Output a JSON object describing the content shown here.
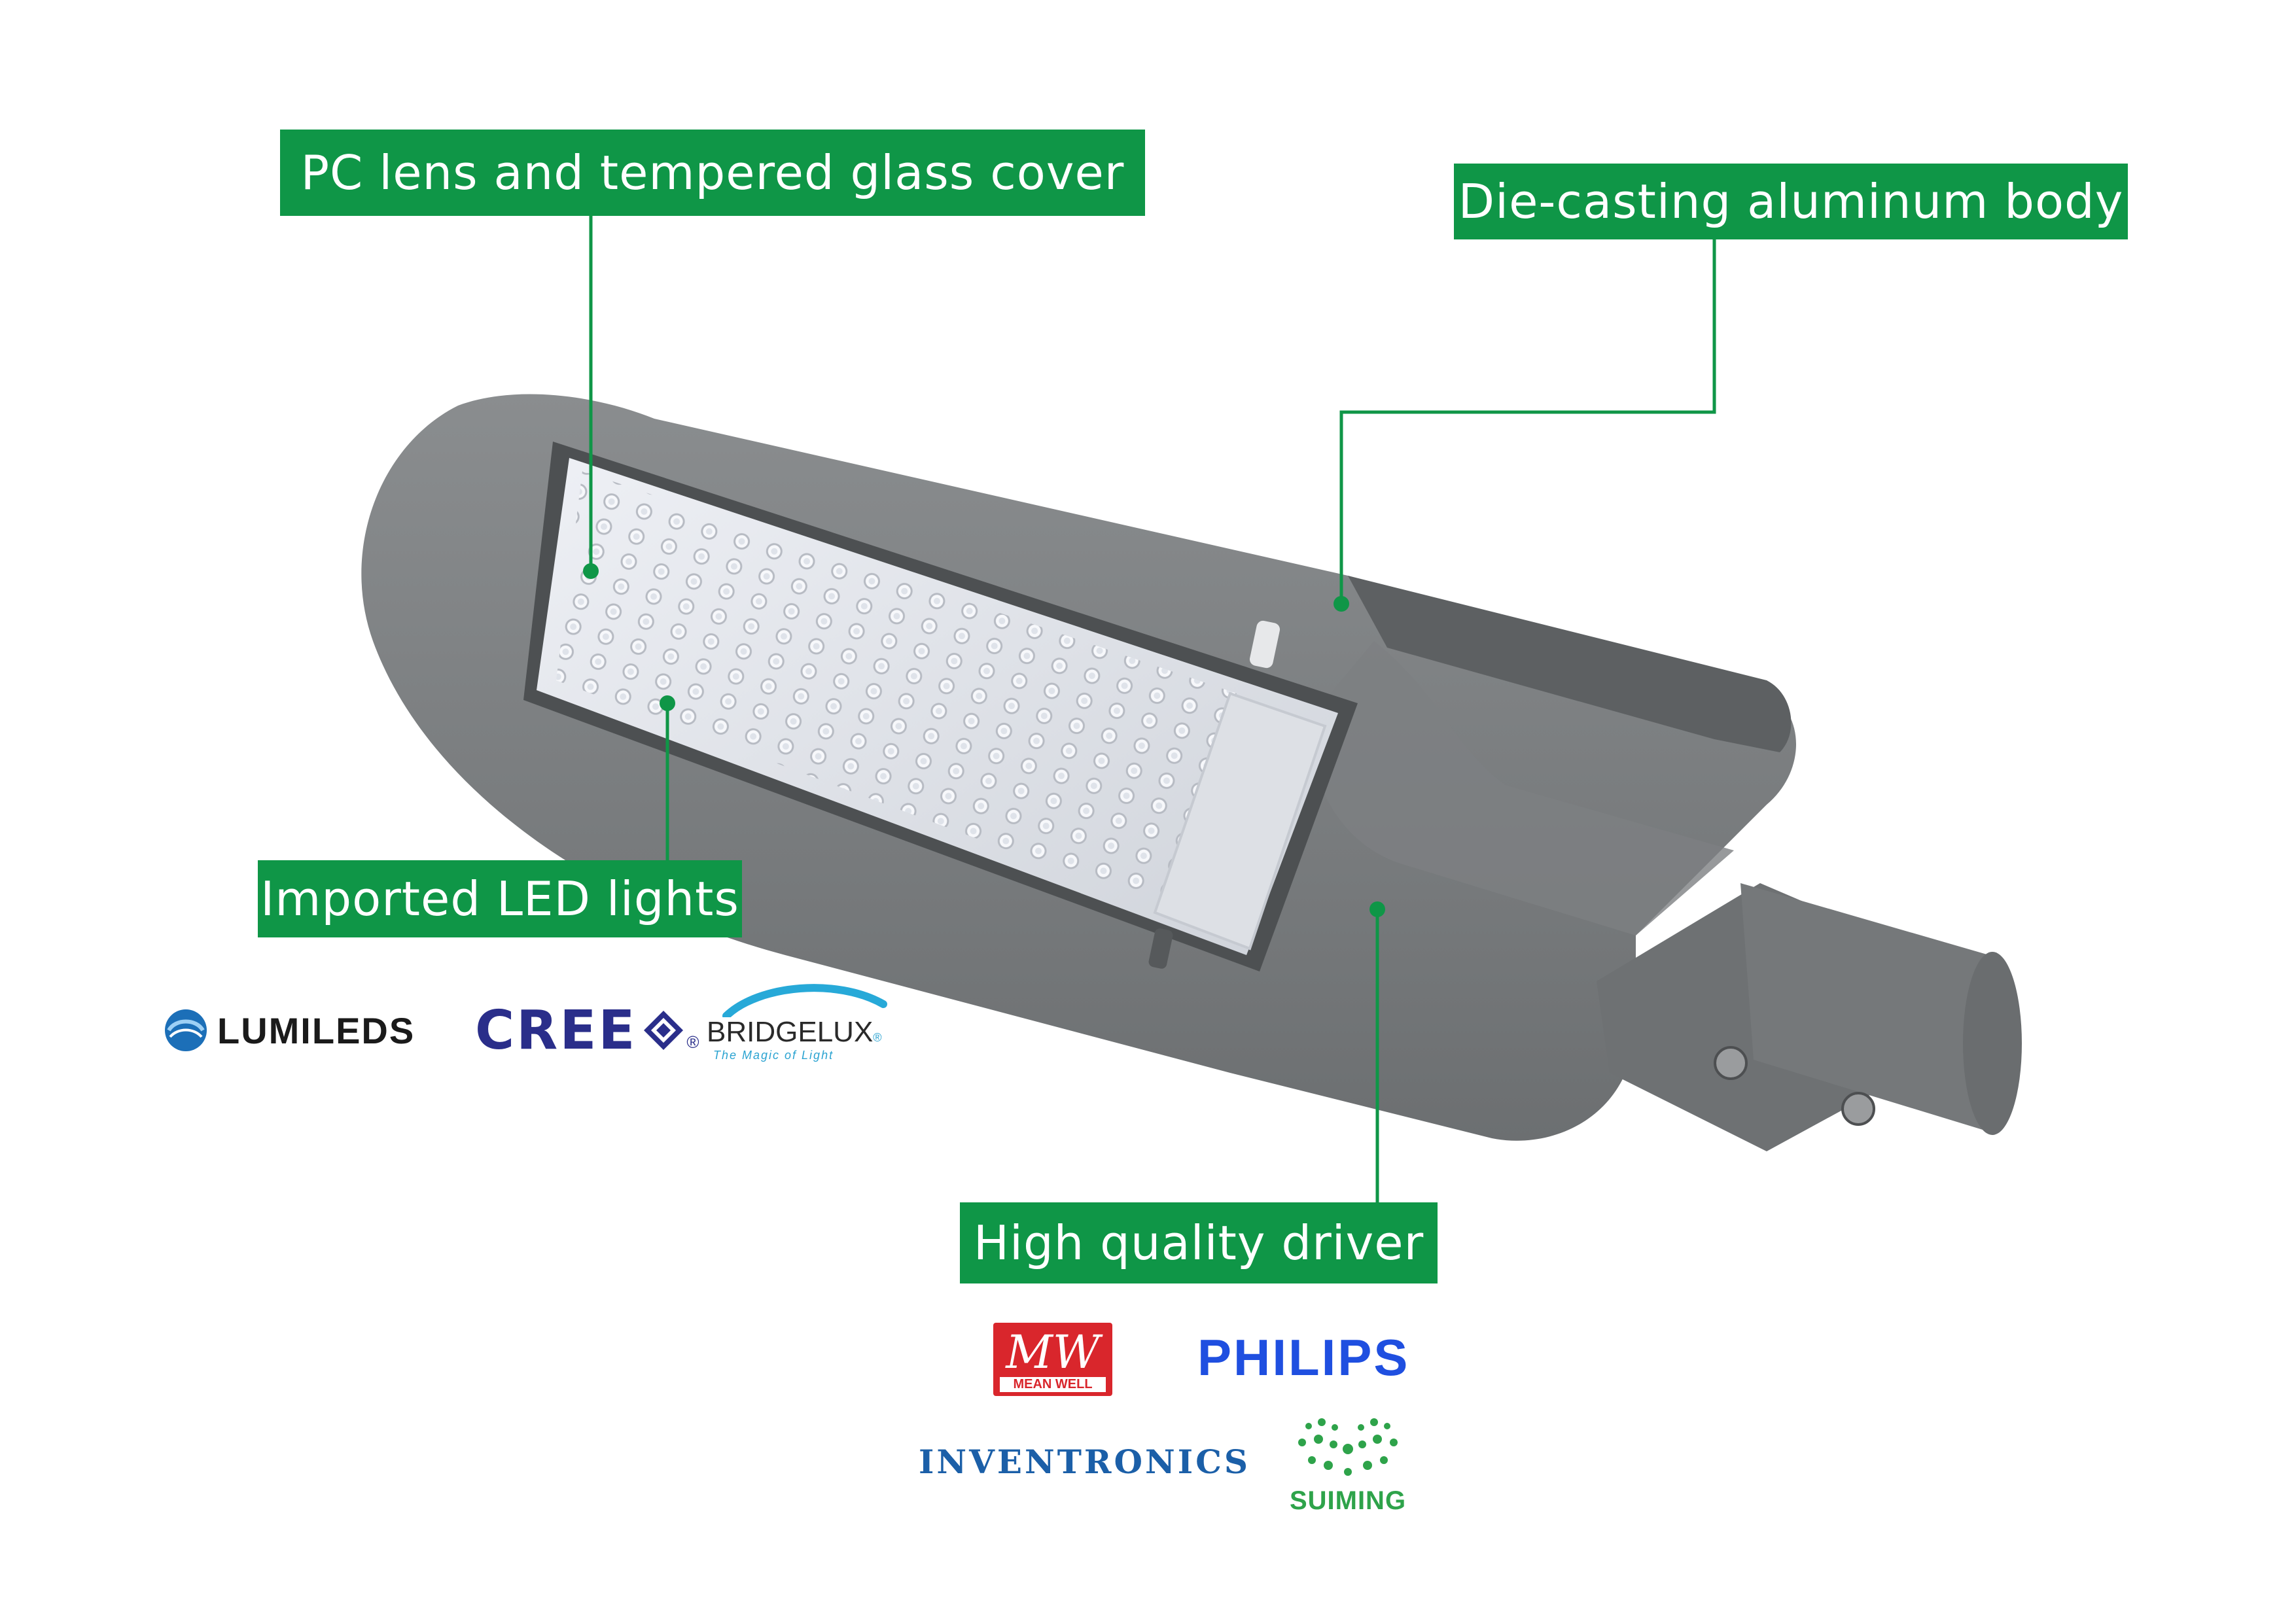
{
  "callouts": {
    "lens": "PC lens and tempered glass cover",
    "body": "Die-casting aluminum body",
    "led": "Imported LED lights",
    "driver": "High quality  driver"
  },
  "led_brands": {
    "lumileds": "LUMILEDS",
    "cree": "CREE",
    "cree_mark": "®",
    "bridgelux": "BRIDGELUX",
    "bridgelux_tagline": "The Magic of Light",
    "bridgelux_mark": "®"
  },
  "driver_brands": {
    "meanwell_logo": "MW",
    "meanwell_name": "MEAN WELL",
    "philips": "PHILIPS",
    "inventronics": "INVENTRONICS",
    "suiming": "SUIMING"
  },
  "colors": {
    "accent_green": "#0f9647",
    "lamp_gray": "#7a7d7f",
    "philips_blue": "#1f4fe0",
    "inventronics_blue": "#1b5fa8",
    "meanwell_red": "#d9262c"
  }
}
